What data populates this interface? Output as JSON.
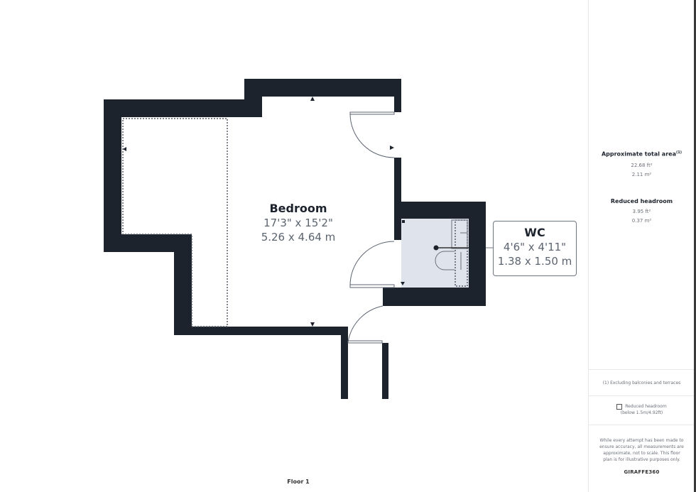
{
  "plan": {
    "floor_label": "Floor 1",
    "rooms": [
      {
        "name": "Bedroom",
        "dim_imperial": "17'3\" x 15'2\"",
        "dim_metric": "5.26 x 4.64 m"
      },
      {
        "name": "WC",
        "dim_imperial": "4'6\" x 4'11\"",
        "dim_metric": "1.38 x 1.50 m"
      }
    ],
    "colors": {
      "wall": "#1d232d",
      "wc_floor": "#dfe3ec",
      "dashed": "#555b66"
    }
  },
  "sidebar": {
    "total_area": {
      "title": "Approximate total area",
      "footnote_mark": "(1)",
      "sqft": "22.68 ft²",
      "sqm": "2.11 m²"
    },
    "reduced_headroom": {
      "title": "Reduced headroom",
      "sqft": "3.95 ft²",
      "sqm": "0.37 m²"
    },
    "footnote": "(1) Excluding balconies and terraces",
    "legend": {
      "line1": "Reduced headroom",
      "line2": "(below 1.5m/4.92ft)"
    },
    "disclaimer": [
      "While every attempt has been made to",
      "ensure accuracy, all measurements are",
      "approximate, not to scale. This floor",
      "plan is for illustrative purposes only."
    ],
    "brand": {
      "name": "GIRAFFE",
      "suffix": "360"
    }
  }
}
